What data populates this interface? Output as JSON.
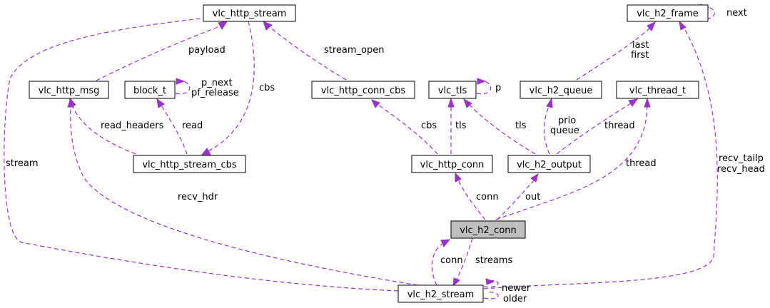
{
  "nodes": {
    "vlc_http_stream": "vlc_http_stream",
    "vlc_h2_frame": "vlc_h2_frame",
    "vlc_http_msg": "vlc_http_msg",
    "block_t": "block_t",
    "vlc_http_conn_cbs": "vlc_http_conn_cbs",
    "vlc_tls": "vlc_tls",
    "vlc_h2_queue": "vlc_h2_queue",
    "vlc_thread_t": "vlc_thread_t",
    "vlc_http_stream_cbs": "vlc_http_stream_cbs",
    "vlc_http_conn": "vlc_http_conn",
    "vlc_h2_output": "vlc_h2_output",
    "vlc_h2_conn": "vlc_h2_conn",
    "vlc_h2_stream": "vlc_h2_stream"
  },
  "edges": {
    "payload": "payload",
    "stream_open": "stream_open",
    "next": "next",
    "last": "last",
    "first": "first",
    "p_next": "p_next",
    "pf_release": "pf_release",
    "cbs_stream": "cbs",
    "p": "p",
    "read_headers": "read_headers",
    "read": "read",
    "cbs_conn": "cbs",
    "tls_conn": "tls",
    "tls_output": "tls",
    "prio": "prio",
    "queue": "queue",
    "thread_output": "thread",
    "thread_conn": "thread",
    "stream": "stream",
    "recv_tailp": "recv_tailp",
    "recv_head": "recv_head",
    "recv_hdr": "recv_hdr",
    "conn_http": "conn",
    "out": "out",
    "conn_stream": "conn",
    "streams": "streams",
    "newer": "newer",
    "older": "older"
  },
  "colors": {
    "edge": "#9a32cd",
    "highlight_fill": "#bfbfbf"
  }
}
